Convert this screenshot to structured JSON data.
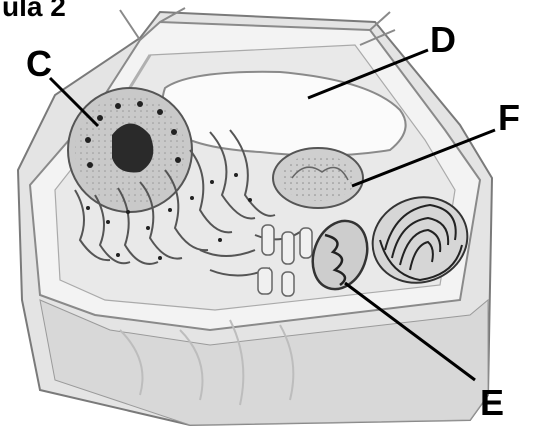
{
  "header": {
    "partial_title": "ula 2"
  },
  "labels": {
    "C": "C",
    "D": "D",
    "F": "F",
    "E": "E"
  }
}
